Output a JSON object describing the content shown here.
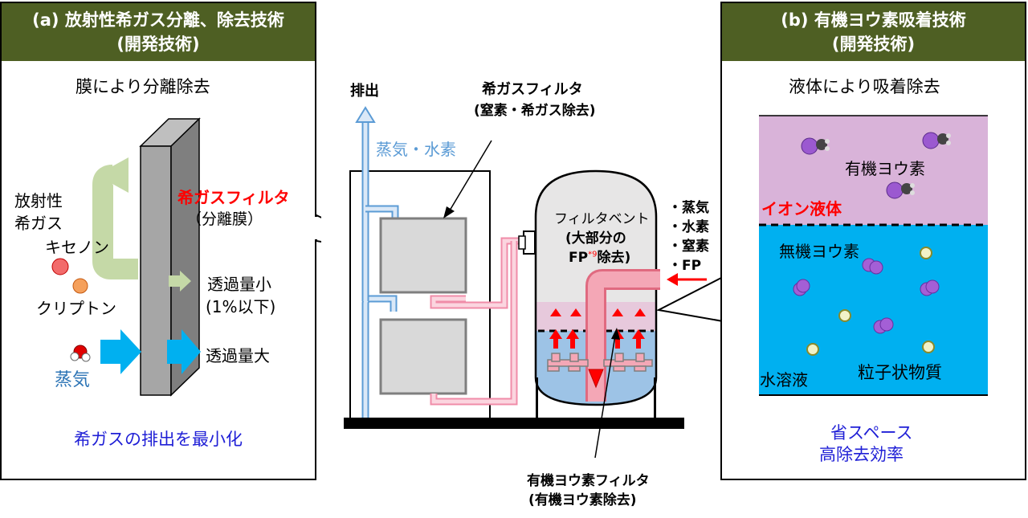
{
  "panel_a": {
    "header_line1": "(a) 放射性希ガス分離、除去技術",
    "header_line2": "(開発技術)",
    "subtitle": "膜により分離除去",
    "radioactive_noble_gas_1": "放射性",
    "radioactive_noble_gas_2": "希ガス",
    "xenon": "キセノン",
    "krypton": "クリプトン",
    "steam": "蒸気",
    "filter_name": "希ガスフィルタ",
    "filter_sub": "（分離膜）",
    "permeation_small_1": "透過量小",
    "permeation_small_2": "(1%以下)",
    "permeation_large": "透過量大",
    "footer": "希ガスの排出を最小化"
  },
  "center": {
    "exhaust": "排出",
    "steam_hydrogen": "蒸気・水素",
    "noble_gas_filter_1": "希ガスフィルタ",
    "noble_gas_filter_2": "(窒素・希ガス除去)",
    "filter_vent_1": "フィルタベント",
    "filter_vent_2": "(大部分の",
    "filter_vent_3_prefix": "FP",
    "filter_vent_3_note": "*9",
    "filter_vent_3_suffix": "除去)",
    "inlet_1": "・蒸気",
    "inlet_2": "・水素",
    "inlet_3": "・窒素",
    "inlet_4": "・FP",
    "iodine_filter_1": "有機ヨウ素フィルタ",
    "iodine_filter_2": "(有機ヨウ素除去)"
  },
  "panel_b": {
    "header_line1": "(b) 有機ヨウ素吸着技術",
    "header_line2": "(開発技術)",
    "subtitle": "液体により吸着除去",
    "organic_iodine": "有機ヨウ素",
    "ionic_liquid": "イオン液体",
    "inorganic_iodine": "無機ヨウ素",
    "aqueous_solution": "水溶液",
    "particulate": "粒子状物質",
    "footer_1": "省スペース",
    "footer_2": "高除去効率"
  },
  "colors": {
    "header_bg": "#4e5f23",
    "red_label": "#ff0000",
    "blue_label": "#1f1fd6",
    "steam_blue": "#5b9bd5",
    "ionic_liquid": "#d9b3d9",
    "aqueous": "#00b0f0",
    "pipe_pink": "#f08ca8"
  }
}
